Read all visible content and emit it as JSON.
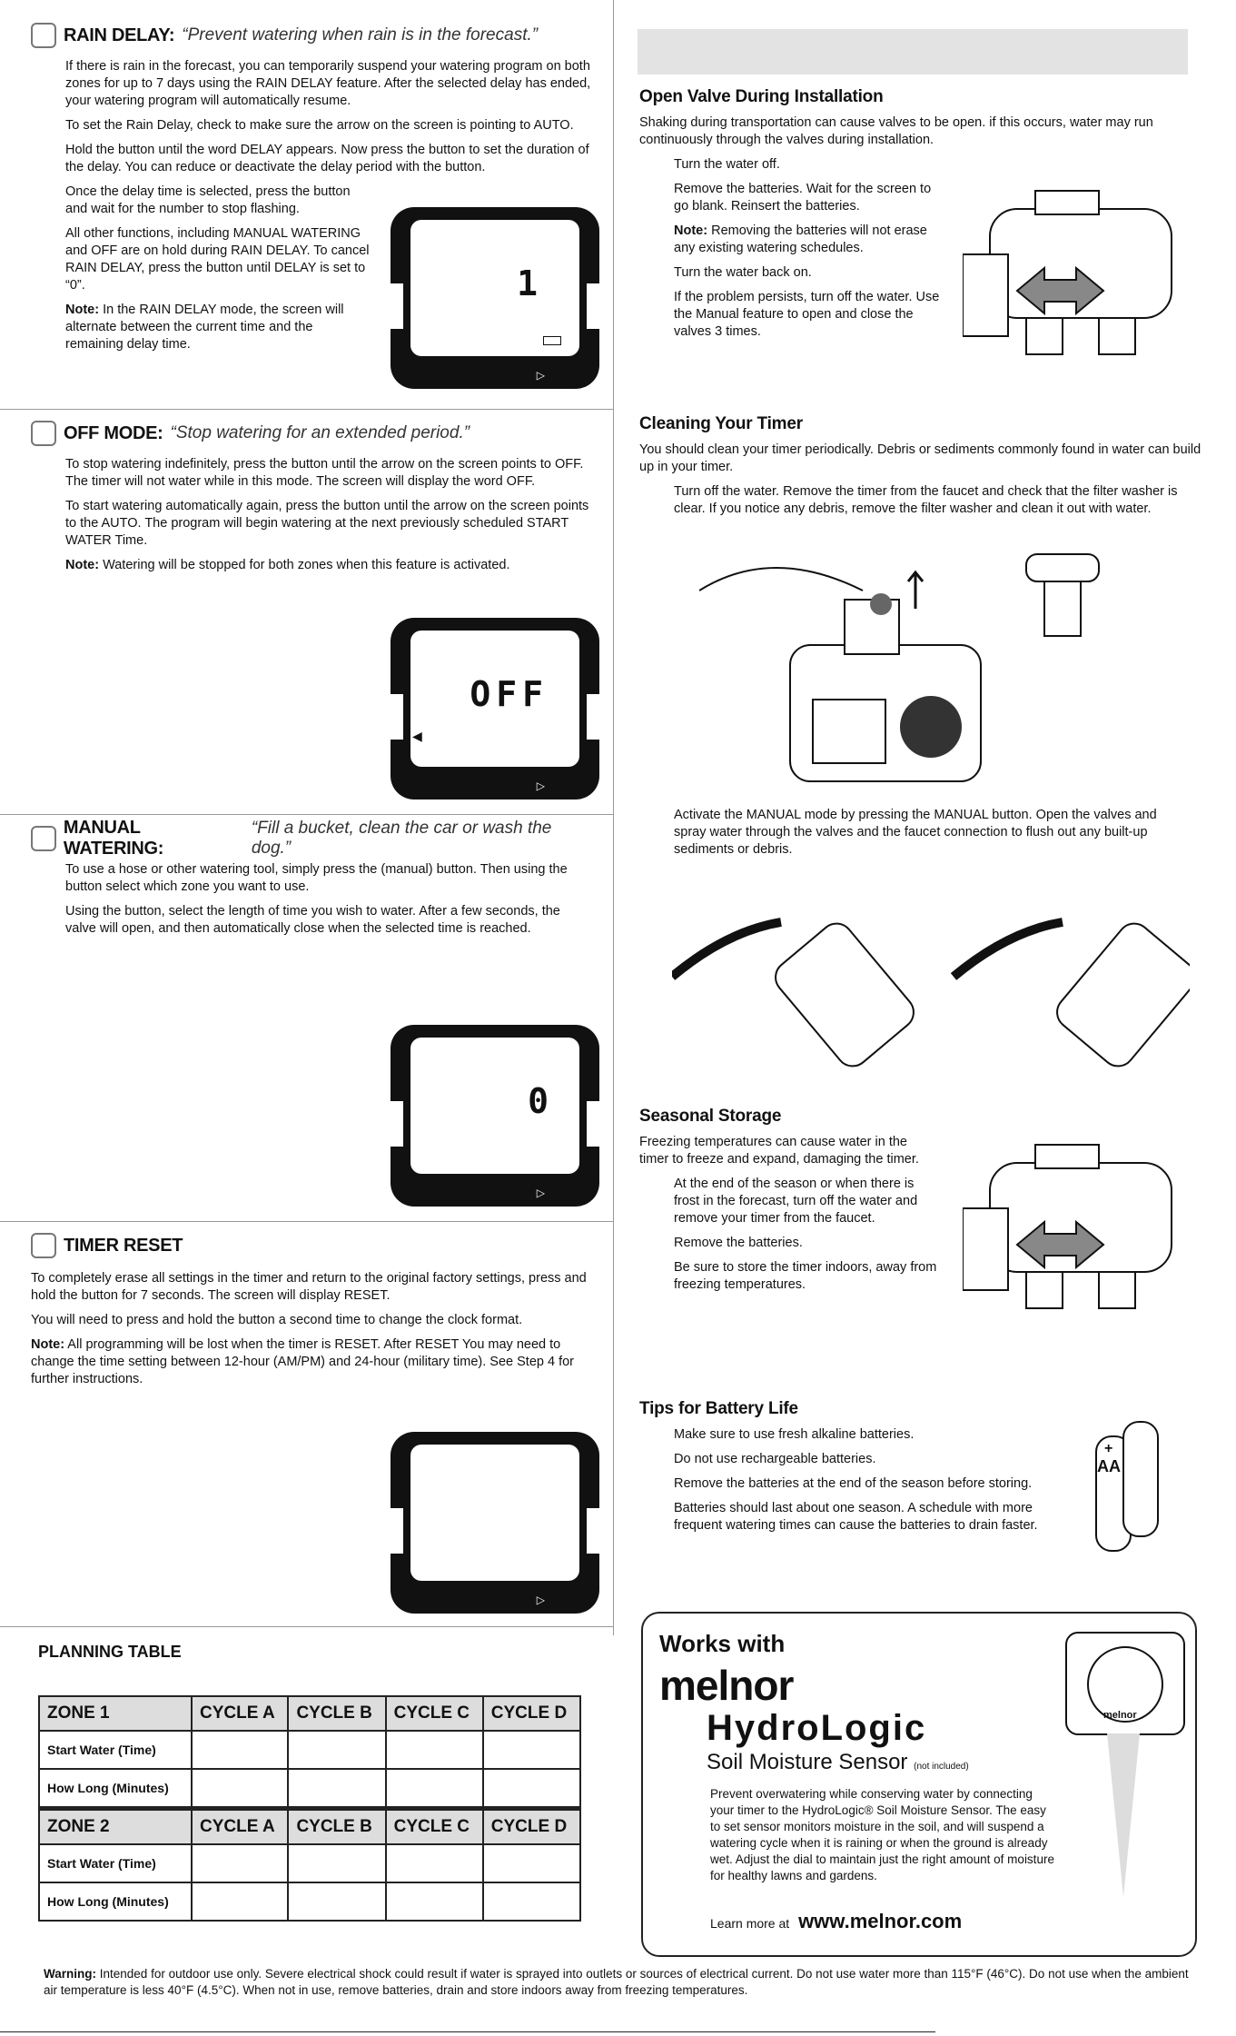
{
  "left": {
    "rain_delay": {
      "title": "RAIN DELAY:",
      "quote": "“Prevent watering when rain is in the forecast.”",
      "p1": "If there is rain in the forecast, you can temporarily suspend your watering program on both zones for up to 7 days using the RAIN DELAY feature. After the selected delay has ended, your watering program will automatically resume.",
      "p2": "To set the Rain Delay, check to make sure the arrow on the screen is pointing to AUTO.",
      "p3": "Hold the button until the word DELAY appears. Now press the button to set the duration of the delay. You can reduce or deactivate the delay period with the button.",
      "p4": "Once the delay time is selected, press the button and wait for the number to stop flashing.",
      "p5": "All other functions, including MANUAL WATERING and OFF are on hold during RAIN DELAY. To cancel RAIN DELAY, press the button until DELAY is set to “0”.",
      "p6_label": "Note:",
      "p6": "In the RAIN DELAY mode, the screen will alternate between the current time and the remaining delay time.",
      "lcd": "1"
    },
    "off_mode": {
      "title": "OFF MODE:",
      "quote": "“Stop watering for an extended period.”",
      "p1": "To stop watering indefinitely, press the button until the arrow on the screen points to OFF. The timer will not water while in this mode. The screen will display the word OFF.",
      "p2": "To start watering automatically again, press the button until the arrow on the screen points to the AUTO. The program will begin watering at the next previously scheduled START WATER Time.",
      "p3_label": "Note:",
      "p3": "Watering will be stopped for both zones when this feature is activated.",
      "lcd": "OFF"
    },
    "manual": {
      "title": "MANUAL WATERING:",
      "quote": "“Fill a bucket, clean the car or wash the dog.”",
      "p1": "To use a hose or other watering tool, simply press the (manual) button. Then using the button select which zone you want to use.",
      "p2": "Using the button, select the length of time you wish to water. After a few seconds, the valve will open, and then automatically close when the selected time is reached.",
      "lcd": "0"
    },
    "reset": {
      "title": "TIMER RESET",
      "p1": "To completely erase all settings in the timer and return to the original factory settings, press and hold the button for 7 seconds. The screen will display RESET.",
      "p2": "You will need to press and hold the button a second time to change the clock format.",
      "p3_label": "Note:",
      "p3": "All programming will be lost when the timer is RESET. After RESET You may need to change the time setting between 12-hour (AM/PM) and 24-hour (military time). See Step 4 for further instructions."
    },
    "planning": {
      "title": "PLANNING TABLE",
      "zone1": [
        "ZONE 1",
        "CYCLE A",
        "CYCLE B",
        "CYCLE C",
        "CYCLE D"
      ],
      "zone2": [
        "ZONE 2",
        "CYCLE A",
        "CYCLE B",
        "CYCLE C",
        "CYCLE D"
      ],
      "row1": "Start Water (Time)",
      "row2": "How Long (Minutes)"
    }
  },
  "right": {
    "open_valve": {
      "title": "Open Valve During Installation",
      "intro": "Shaking during transportation can cause valves to be open. if this occurs, water may run continuously through the valves during installation.",
      "s1": "Turn the water off.",
      "s2": "Remove the batteries. Wait for the screen to go blank. Reinsert the batteries.",
      "s3_label": "Note:",
      "s3": "Removing the batteries will not erase any existing watering schedules.",
      "s4": "Turn the water back on.",
      "s5": "If the problem persists, turn off the water. Use the Manual feature to open and close the valves 3 times."
    },
    "cleaning": {
      "title": "Cleaning Your Timer",
      "intro": "You should clean your timer periodically. Debris or sediments commonly found in water can build up in your timer.",
      "s1": "Turn off the water. Remove the timer from the faucet and check that the filter washer is clear. If you notice any debris, remove the filter washer and clean it out with water.",
      "s2": "Activate the MANUAL mode by pressing the MANUAL button. Open the valves and spray water through the valves and the faucet connection to flush out any built-up sediments or debris."
    },
    "seasonal": {
      "title": "Seasonal Storage",
      "intro": "Freezing temperatures can cause water in the timer to freeze and expand, damaging the timer.",
      "s1": "At the end of the season or when there is frost in the forecast, turn off the water and remove your timer from the faucet.",
      "s2": "Remove the batteries.",
      "s3": "Be sure to store the timer indoors, away from freezing temperatures."
    },
    "battery": {
      "title": "Tips for Battery Life",
      "s1": "Make sure to use fresh alkaline batteries.",
      "s2": "Do not use rechargeable batteries.",
      "s3": "Remove the batteries at the end of the season before storing.",
      "s4": "Batteries should last about one season. A schedule with more frequent watering times can cause the batteries to drain faster.",
      "aa": "AA"
    },
    "ad": {
      "works": "Works with",
      "brand": "melnor",
      "product": "HydroLogic",
      "sensor": "Soil Moisture Sensor",
      "not_included": "(not included)",
      "body": "Prevent overwatering while conserving water by connecting your timer to the HydroLogic® Soil Moisture Sensor. The easy to set sensor monitors moisture in the soil, and will suspend a watering cycle when it is raining or when the ground is already wet. Adjust the dial to maintain just the right amount of moisture for healthy lawns and gardens.",
      "learn": "Learn more at",
      "url": "www.melnor.com",
      "dial_brand": "melnor"
    }
  },
  "warning": {
    "label": "Warning:",
    "text": "Intended for outdoor use only. Severe electrical shock could result if water is sprayed into outlets or sources of electrical current. Do not use water more than 115°F (46°C). Do not use when the ambient air temperature is less 40°F (4.5°C). When not in use, remove batteries, drain and store indoors away from freezing temperatures."
  }
}
